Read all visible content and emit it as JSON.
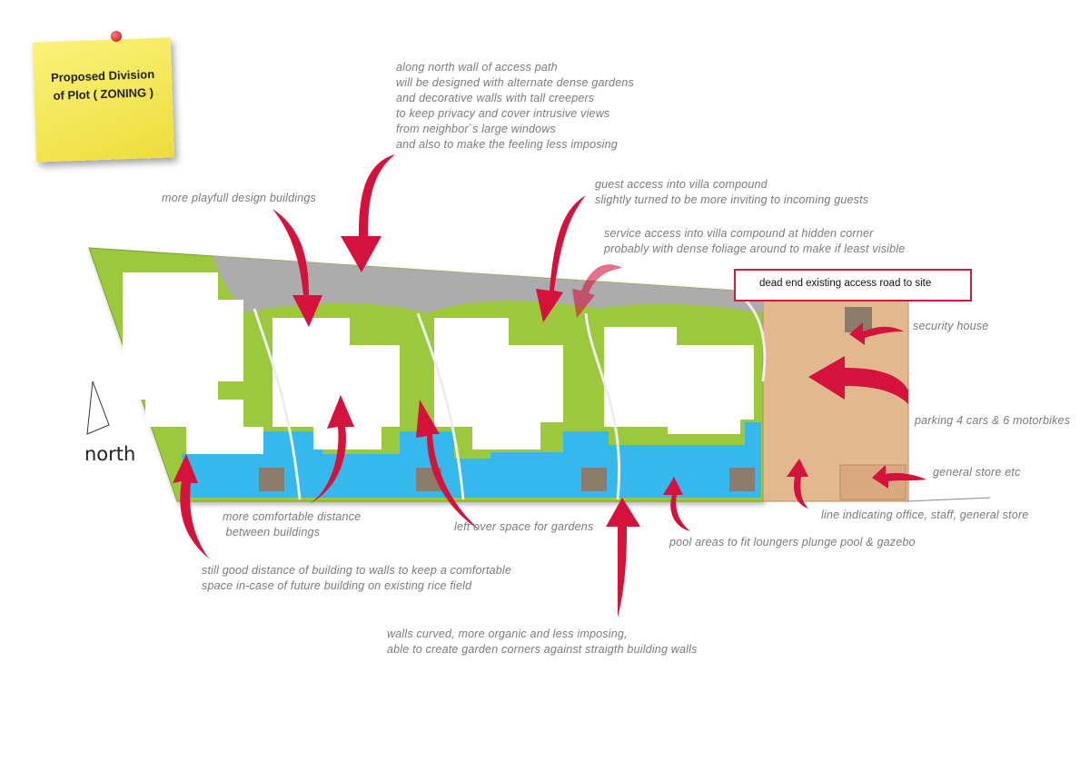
{
  "sticky_note": {
    "title": "Proposed Division\nof Plot ( ZONING )"
  },
  "north_label": "north",
  "road_label": "dead end existing access road to site",
  "colors": {
    "arrow": "#d4123c",
    "garden": "#9cc83c",
    "pool": "#2fb6ea",
    "path": "#a9a9a9",
    "parking": "#e0b48c",
    "building": "#ffffff"
  },
  "annotations": {
    "north_wall": "along north wall of access path\nwill be designed with alternate dense gardens\nand decorative walls with tall creepers\nto keep privacy and cover intrusive views\nfrom neighbor`s large windows\nand also to make the feeling less imposing",
    "playful": "more playfull design buildings",
    "guest_access": "guest access into villa compound\nslightly turned to be more inviting to incoming guests",
    "service_access": "service access into villa compound at hidden corner\nprobably with dense foliage around to make if least visible",
    "security": "security house",
    "parking": "parking 4 cars & 6 motorbikes",
    "general_store": "general store etc",
    "office_line": "line indicating office, staff, general store",
    "pool_areas": "pool areas to fit loungers plunge pool & gazebo",
    "comfortable_distance": "more comfortable distance\n between buildings",
    "left_over": "left over space for gardens",
    "good_distance": "still good distance of building to walls to keep a comfortable\nspace in-case of future building on existing rice field",
    "walls_curved": "walls curved, more organic and less imposing,\nable to create garden corners against straigth building walls"
  }
}
